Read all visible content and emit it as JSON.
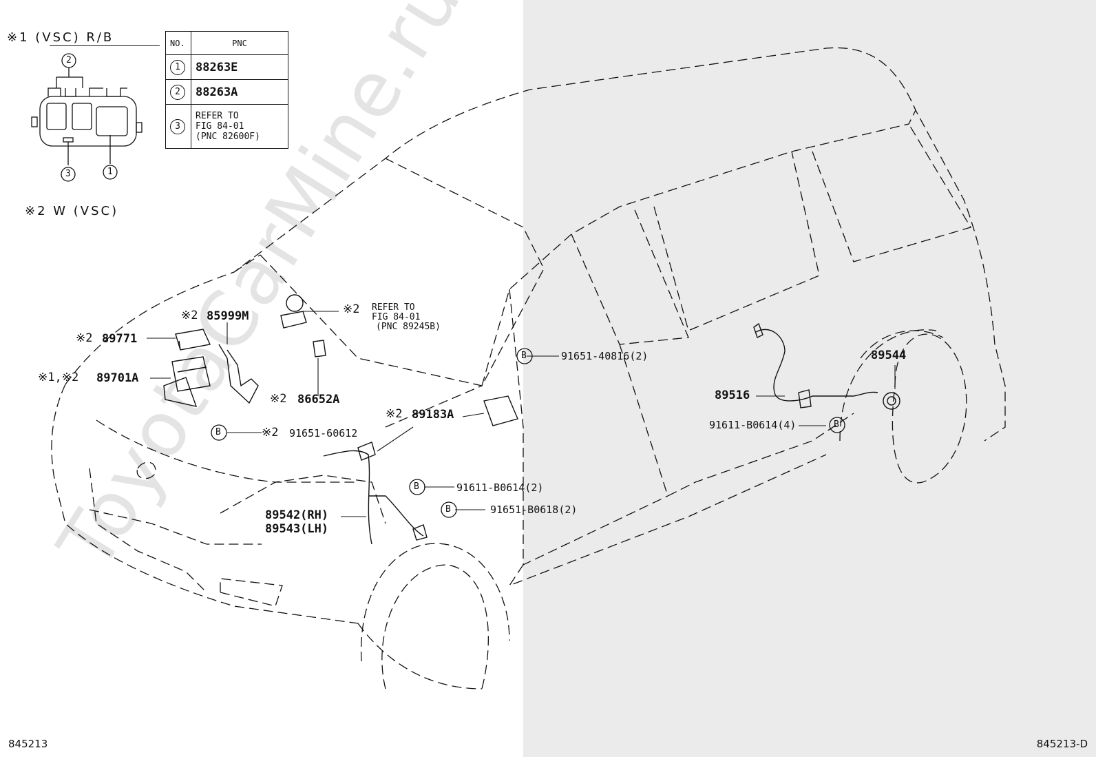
{
  "watermark": "ToyotaCarMine.ru",
  "legend": {
    "title": "※1 (VSC) R/B",
    "second": "※2 W (VSC)",
    "connector_numbers": [
      "1",
      "2",
      "3"
    ]
  },
  "pnc_table": {
    "headers": [
      "NO.",
      "PNC"
    ],
    "rows": [
      {
        "no": "1",
        "pnc": [
          "88263E"
        ]
      },
      {
        "no": "2",
        "pnc": [
          "88263A"
        ]
      },
      {
        "no": "3",
        "pnc": [
          "REFER TO",
          "FIG 84-01",
          "(PNC 82600F)"
        ]
      }
    ]
  },
  "bolt_symbol": "B",
  "callouts": {
    "c85999m": {
      "mark": "※2",
      "part": "85999M"
    },
    "c89771": {
      "mark": "※2",
      "part": "89771"
    },
    "c89701a": {
      "mark": "※1,※2",
      "part": "89701A"
    },
    "refer": {
      "mark": "※2",
      "lines": [
        "REFER TO",
        "FIG 84-01",
        "(PNC 89245B)"
      ]
    },
    "c86652a": {
      "mark": "※2",
      "part": "86652A"
    },
    "c91651_60612": {
      "mark": "※2",
      "part": "91651-60612"
    },
    "c89183a": {
      "mark": "※2",
      "part": "89183A"
    },
    "c91651_40816": {
      "part": "91651-40816(2)"
    },
    "c91611_b0614_2": {
      "part": "91611-B0614(2)"
    },
    "c91651_b0618": {
      "part": "91651-B0618(2)"
    },
    "c89542": {
      "part": "89542(RH)"
    },
    "c89543": {
      "part": "89543(LH)"
    },
    "c89544": {
      "part": "89544"
    },
    "c89516": {
      "part": "89516"
    },
    "c91611_b0614_4": {
      "part": "91611-B0614(4)"
    }
  },
  "figure_codes": {
    "left": "845213",
    "right": "845213-D"
  }
}
